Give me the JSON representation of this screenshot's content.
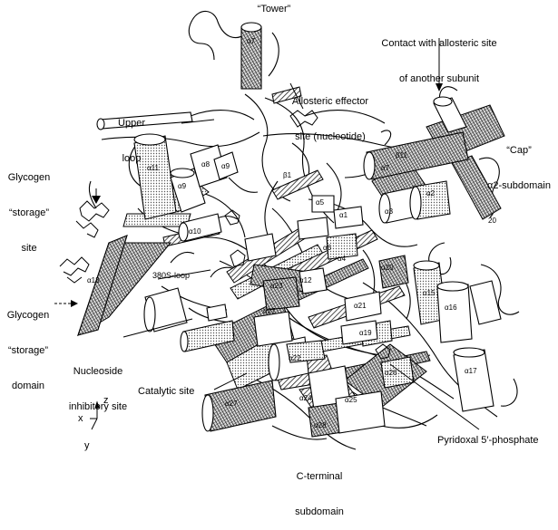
{
  "labels": {
    "tower": "“Tower”",
    "contact_line1": "Contact with allosteric site",
    "contact_line2": "of another subunit",
    "allosteric_line1": "Allosteric effector",
    "allosteric_line2": "site (nucleotide)",
    "upper_loop_line1": "Upper",
    "upper_loop_line2": "loop",
    "cap_line1": "“Cap”",
    "cap_line2": "α2-subdomain",
    "glycogen_site_line1": "Glycogen",
    "glycogen_site_line2": "“storage”",
    "glycogen_site_line3": "site",
    "glycogen_domain_line1": "Glycogen",
    "glycogen_domain_line2": "“storage”",
    "glycogen_domain_line3": "domain",
    "loop_380s": "380S-loop",
    "nucleoside_line1": "Nucleoside",
    "nucleoside_line2": "inhibitory site",
    "catalytic": "Catalytic site",
    "c_terminal_line1": "C-terminal",
    "c_terminal_line2": "subdomain",
    "pyridoxal": "Pyridoxal 5′-phosphate"
  },
  "axes": {
    "z": "z",
    "x": "x",
    "y": "y"
  },
  "helix_labels": [
    "α1",
    "α2",
    "α3",
    "α4",
    "α5",
    "α6",
    "α7",
    "α8",
    "α9",
    "α10",
    "α11",
    "α12",
    "α13",
    "α15",
    "α16",
    "α17",
    "α19",
    "α20",
    "α21",
    "α22",
    "α23",
    "α24",
    "α25",
    "α26",
    "α27",
    "α28",
    "β1",
    "β11",
    "20"
  ]
}
